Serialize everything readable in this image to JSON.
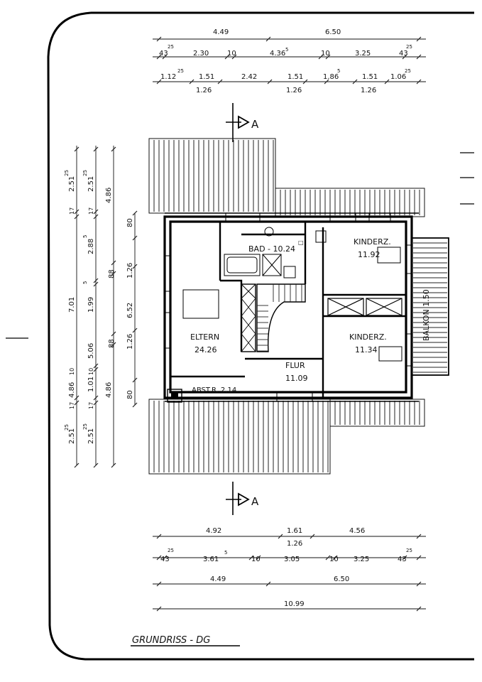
{
  "title": "GRUNDRISS - DG",
  "section_marker": "A",
  "rooms": {
    "bad": "BAD - 10.24",
    "bad_sup": "□",
    "kind1_name": "KINDERZ.",
    "kind1_area": "11.92",
    "kind2_name": "KINDERZ.",
    "kind2_area": "11.34",
    "eltern_name": "ELTERN",
    "eltern_area": "24.26",
    "flur_name": "FLUR",
    "flur_area": "11.09",
    "abst": "ABST.R. 2.14",
    "balkon": "BALKON 1.50"
  },
  "dims_top": {
    "row1": [
      "4.49",
      "6.50"
    ],
    "row2": [
      "43",
      "2.30",
      "10",
      "4.36",
      "10",
      "3.25",
      "43"
    ],
    "row2_sup": [
      "25",
      "5",
      "25"
    ],
    "row3": [
      "1.12",
      "1.51",
      "2.42",
      "1.51",
      "1.86",
      "1.51",
      "1.06"
    ],
    "row3_sup": [
      "25",
      "5",
      "25"
    ],
    "row4": [
      "1.26",
      "1.26",
      "1.26"
    ]
  },
  "dims_bottom": {
    "row1": [
      "4.92",
      "1.61",
      "4.56"
    ],
    "row1b": [
      "1.26"
    ],
    "row2": [
      "43",
      "3.61",
      "10",
      "3.05",
      "10",
      "3.25",
      "43"
    ],
    "row2_sup": [
      "25",
      "5",
      "25"
    ],
    "row3": [
      "4.49",
      "6.50"
    ],
    "row4": [
      "10.99"
    ]
  },
  "dims_left": {
    "outer": [
      "2.51",
      "7.01",
      "4.86",
      "2.51"
    ],
    "outer_sup": [
      "25",
      "25"
    ],
    "mid": [
      "2.51",
      "4.86",
      "2.88",
      "1.99",
      "5.06",
      "1.01",
      "2.51",
      "4.86"
    ],
    "mid_sup": [
      "25",
      "5",
      "5",
      "25"
    ],
    "small": [
      "17",
      "17",
      "17",
      "17",
      "10",
      "10"
    ],
    "inner": [
      "80",
      "88",
      "1.26",
      "6.52",
      "88",
      "1.26",
      "80"
    ]
  }
}
